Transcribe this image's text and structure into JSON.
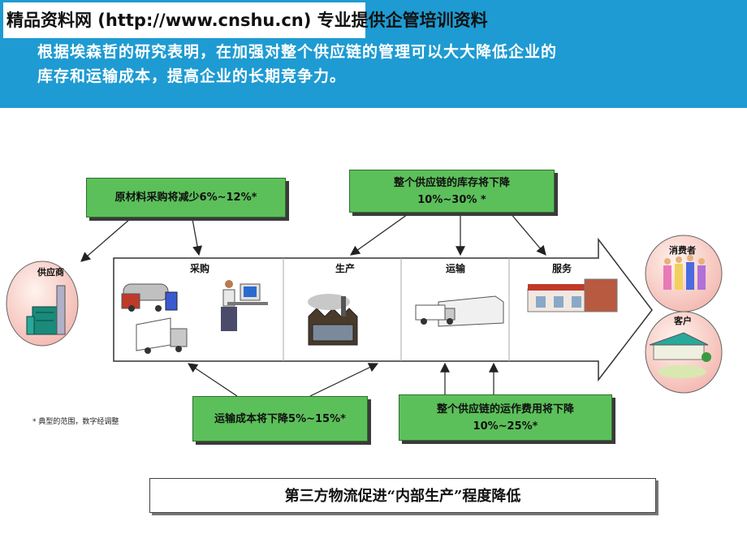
{
  "watermark": "精品资料网 (http://www.cnshu.cn) 专业提供企管培训资料",
  "intro_line1": "根据埃森哲的研究表明，在加强对整个供应链的管理可以大大降低企业的",
  "intro_line2": "库存和运输成本，提高企业的长期竞争力。",
  "supplier_label": "供应商",
  "consumer_label": "消费者",
  "customer_label": "客户",
  "stages": [
    "采购",
    "生产",
    "运输",
    "服务"
  ],
  "boxes": {
    "raw_material": "原材料采购将减少6%~12%*",
    "inventory_line1": "整个供应链的库存将下降",
    "inventory_line2": "10%~30% *",
    "transport": "运输成本将下降5%~15%*",
    "operation_line1": "整个供应链的运作费用将下降",
    "operation_line2": "10%~25%*"
  },
  "footnote": "* 典型的范围，数字经调整",
  "conclusion": "第三方物流促进“内部生产”程度降低"
}
